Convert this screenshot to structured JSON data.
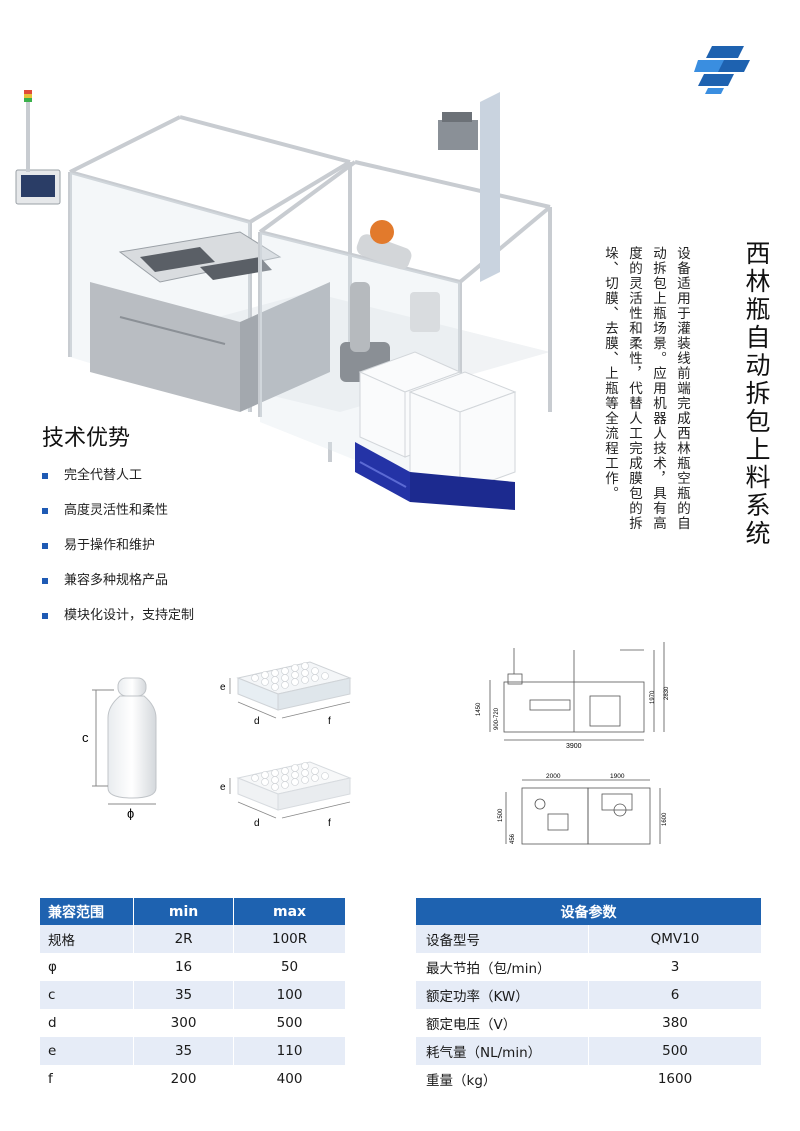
{
  "title": "西林瓶自动拆包上料系统",
  "description": "设备适用于灌装线前端完成西林瓶空瓶的自动拆包上瓶场景。应用机器人技术，具有高度的灵活性和柔性，代替人工完成膜包的拆垛、切膜、去膜、上瓶等全流程工作。",
  "advantages": {
    "heading": "技术优势",
    "items": [
      "完全代替人工",
      "高度灵活性和柔性",
      "易于操作和维护",
      "兼容多种规格产品",
      "模块化设计，支持定制"
    ]
  },
  "diagram_labels": {
    "bottle_c": "c",
    "bottle_phi": "ɸ",
    "tray_e": "e",
    "tray_d": "d",
    "tray_f": "f",
    "plan_front_width": "3900",
    "plan_front_h1": "1450",
    "plan_front_h2": "900-720",
    "plan_front_h3": "1970",
    "plan_front_h4": "2830",
    "plan_top_w1": "2000",
    "plan_top_w2": "1900",
    "plan_top_d1": "1500",
    "plan_top_d2": "456",
    "plan_top_d3": "1600"
  },
  "compat_table": {
    "headers": [
      "兼容范围",
      "min",
      "max"
    ],
    "rows": [
      [
        "规格",
        "2R",
        "100R"
      ],
      [
        "φ",
        "16",
        "50"
      ],
      [
        "c",
        "35",
        "100"
      ],
      [
        "d",
        "300",
        "500"
      ],
      [
        "e",
        "35",
        "110"
      ],
      [
        "f",
        "200",
        "400"
      ]
    ]
  },
  "params_table": {
    "header": "设备参数",
    "rows": [
      [
        "设备型号",
        "QMV10"
      ],
      [
        "最大节拍（包/min）",
        "3"
      ],
      [
        "额定功率（KW）",
        "6"
      ],
      [
        "额定电压（V）",
        "380"
      ],
      [
        "耗气量（NL/min）",
        "500"
      ],
      [
        "重量（kg）",
        "1600"
      ]
    ]
  },
  "colors": {
    "brand_blue": "#1e62b0",
    "row_tint": "#e6ecf7",
    "pallet_blue": "#2433a6"
  }
}
